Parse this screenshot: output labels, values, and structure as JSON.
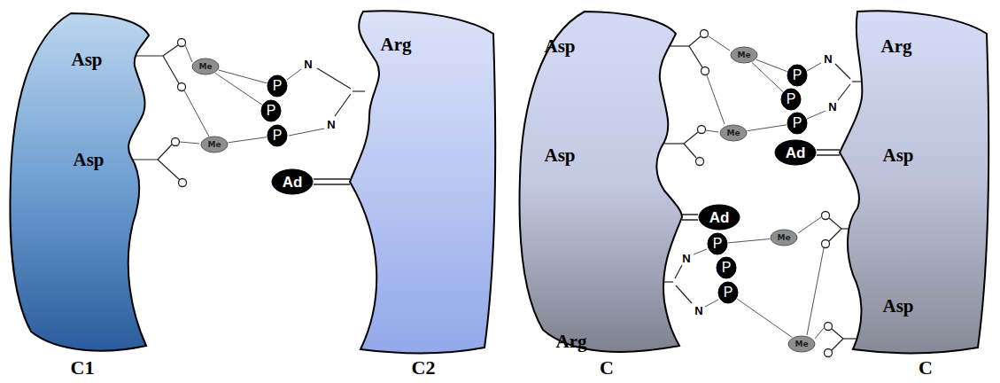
{
  "diagram": {
    "nodes": [
      {
        "text": [
          "Asp",
          "Asp",
          "C1"
        ]
      },
      {
        "text": [
          "Me"
        ]
      },
      {
        "text": [
          "P"
        ]
      },
      {
        "text": [
          "P"
        ]
      },
      {
        "text": [
          "P"
        ]
      },
      {
        "text": [
          "Me"
        ]
      },
      {
        "text": [
          "Ad"
        ]
      },
      {
        "text": [
          "Arg",
          "C2"
        ]
      },
      {
        "text": [
          "Asp",
          "Asp",
          "Arg",
          "C"
        ]
      },
      {
        "text": [
          "Me"
        ]
      },
      {
        "text": [
          "P"
        ]
      },
      {
        "text": [
          "P"
        ]
      },
      {
        "text": [
          "P"
        ]
      },
      {
        "text": [
          "Me"
        ]
      },
      {
        "text": [
          "Ad"
        ]
      },
      {
        "text": [
          "Ad"
        ]
      },
      {
        "text": [
          "P"
        ]
      },
      {
        "text": [
          "P"
        ]
      },
      {
        "text": [
          "P"
        ]
      },
      {
        "text": [
          "Me"
        ]
      },
      {
        "text": [
          "Me"
        ]
      },
      {
        "text": [
          "Arg",
          "Asp",
          "Asp",
          "C"
        ]
      }
    ],
    "edges": [
      {
        "from": 1,
        "to": 2,
        "arrow": "none"
      },
      {
        "from": 1,
        "to": 3,
        "arrow": "none"
      },
      {
        "from": 5,
        "to": 4,
        "arrow": "none"
      },
      {
        "from": 6,
        "to": 7,
        "arrow": "none"
      },
      {
        "from": 9,
        "to": 10,
        "arrow": "none"
      },
      {
        "from": 9,
        "to": 11,
        "arrow": "none"
      },
      {
        "from": 13,
        "to": 12,
        "arrow": "none"
      },
      {
        "from": 14,
        "to": 21,
        "arrow": "none"
      },
      {
        "from": 19,
        "to": 16,
        "arrow": "none"
      },
      {
        "from": 20,
        "to": 18,
        "arrow": "none"
      },
      {
        "from": 15,
        "to": 8,
        "arrow": "none"
      }
    ],
    "labels": [
      "N",
      "N",
      "N",
      "N",
      "N",
      "N"
    ]
  }
}
